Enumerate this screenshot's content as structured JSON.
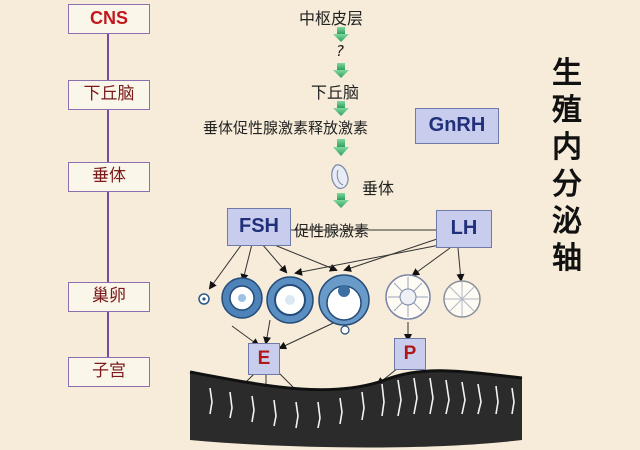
{
  "left_chain": {
    "cns": "CNS",
    "hypothalamus": "下丘脑",
    "pituitary": "垂体",
    "ovary": "巢卵",
    "uterus": "子宫"
  },
  "center_chain": {
    "cortex": "中枢皮层",
    "question": "?",
    "hypothalamus": "下丘脑",
    "gnrh_name": "垂体促性腺激素释放激素",
    "pituitary": "垂体",
    "gonadotropin": "促性腺激素"
  },
  "hormones": {
    "gnrh": "GnRH",
    "fsh": "FSH",
    "lh": "LH",
    "estrogen": "E",
    "progesterone": "P"
  },
  "side_title": [
    "生",
    "殖",
    "内",
    "分",
    "泌",
    "轴"
  ],
  "colors": {
    "background": "#f6ecd9",
    "axis_line": "#7a4aa0",
    "arrow_green": "#3bb46a",
    "hormone_box": "#c8cdee",
    "cns_red": "#c0191e"
  }
}
